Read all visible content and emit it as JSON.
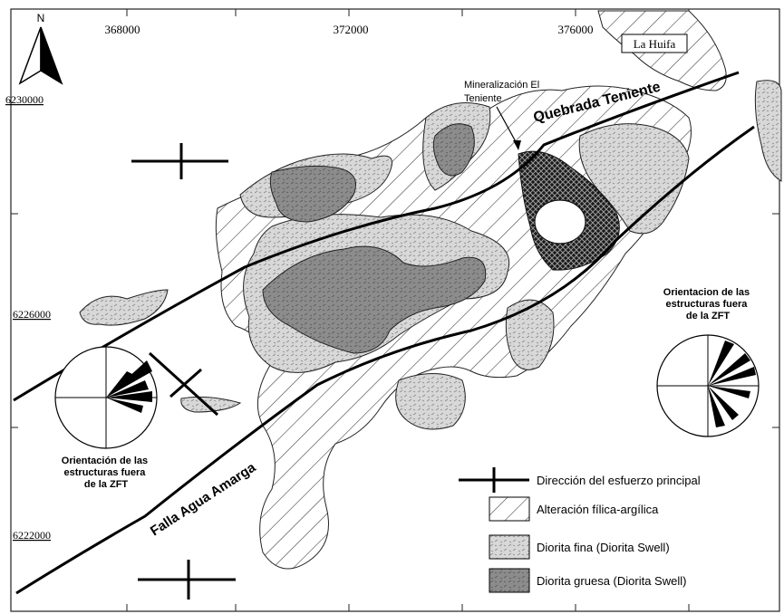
{
  "north_arrow": {
    "label": "N"
  },
  "coordinates": {
    "easting": [
      "368000",
      "372000",
      "376000"
    ],
    "northing": [
      "6230000",
      "6226000",
      "6222000"
    ]
  },
  "places": {
    "la_huifa": "La Huifa"
  },
  "features": {
    "mineralizacion_line1": "Mineralización El",
    "mineralizacion_line2": "Teniente",
    "quebrada": "Quebrada Teniente",
    "falla": "Falla Agua Amarga"
  },
  "roses": {
    "left_title": [
      "Orientación de las",
      "estructuras fuera",
      "de la ZFT"
    ],
    "right_title": [
      "Orientacion de las",
      "estructuras fuera",
      "de la ZFT"
    ]
  },
  "legend": {
    "items": [
      {
        "label": "Dirección del esfuerzo principal"
      },
      {
        "label": "Alteración fílica-argílica"
      },
      {
        "label": "Diorita fina (Diorita Swell)"
      },
      {
        "label": "Diorita gruesa (Diorita Swell)"
      }
    ]
  }
}
